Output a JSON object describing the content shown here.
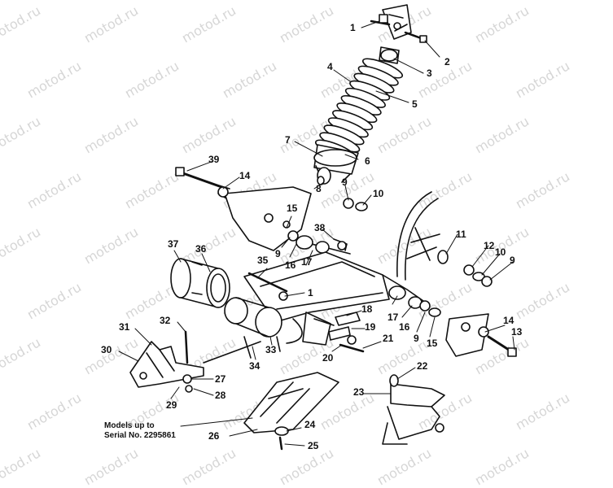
{
  "watermark": "motod.ru",
  "note": {
    "line1": "Models up to",
    "line2": "Serial  No. 2295861"
  },
  "callouts": [
    {
      "id": "c1a",
      "text": "1"
    },
    {
      "id": "c2",
      "text": "2"
    },
    {
      "id": "c3",
      "text": "3"
    },
    {
      "id": "c4",
      "text": "4"
    },
    {
      "id": "c5",
      "text": "5"
    },
    {
      "id": "c6",
      "text": "6"
    },
    {
      "id": "c7",
      "text": "7"
    },
    {
      "id": "c8",
      "text": "8"
    },
    {
      "id": "c9a",
      "text": "9"
    },
    {
      "id": "c10a",
      "text": "10"
    },
    {
      "id": "c39",
      "text": "39"
    },
    {
      "id": "c14a",
      "text": "14"
    },
    {
      "id": "c15a",
      "text": "15"
    },
    {
      "id": "c38",
      "text": "38"
    },
    {
      "id": "c11",
      "text": "11"
    },
    {
      "id": "c12",
      "text": "12"
    },
    {
      "id": "c10b",
      "text": "10"
    },
    {
      "id": "c9b",
      "text": "9"
    },
    {
      "id": "c37",
      "text": "37"
    },
    {
      "id": "c36",
      "text": "36"
    },
    {
      "id": "c9c",
      "text": "9"
    },
    {
      "id": "c16a",
      "text": "16"
    },
    {
      "id": "c17a",
      "text": "17"
    },
    {
      "id": "c35",
      "text": "35"
    },
    {
      "id": "c1b",
      "text": "1"
    },
    {
      "id": "c18",
      "text": "18"
    },
    {
      "id": "c17b",
      "text": "17"
    },
    {
      "id": "c16b",
      "text": "16"
    },
    {
      "id": "c9d",
      "text": "9"
    },
    {
      "id": "c15b",
      "text": "15"
    },
    {
      "id": "c14b",
      "text": "14"
    },
    {
      "id": "c13",
      "text": "13"
    },
    {
      "id": "c32",
      "text": "32"
    },
    {
      "id": "c31",
      "text": "31"
    },
    {
      "id": "c30",
      "text": "30"
    },
    {
      "id": "c34",
      "text": "34"
    },
    {
      "id": "c33",
      "text": "33"
    },
    {
      "id": "c19",
      "text": "19"
    },
    {
      "id": "c21",
      "text": "21"
    },
    {
      "id": "c20",
      "text": "20"
    },
    {
      "id": "c22",
      "text": "22"
    },
    {
      "id": "c27",
      "text": "27"
    },
    {
      "id": "c28",
      "text": "28"
    },
    {
      "id": "c29",
      "text": "29"
    },
    {
      "id": "c23",
      "text": "23"
    },
    {
      "id": "c24",
      "text": "24"
    },
    {
      "id": "c26",
      "text": "26"
    },
    {
      "id": "c25",
      "text": "25"
    }
  ]
}
